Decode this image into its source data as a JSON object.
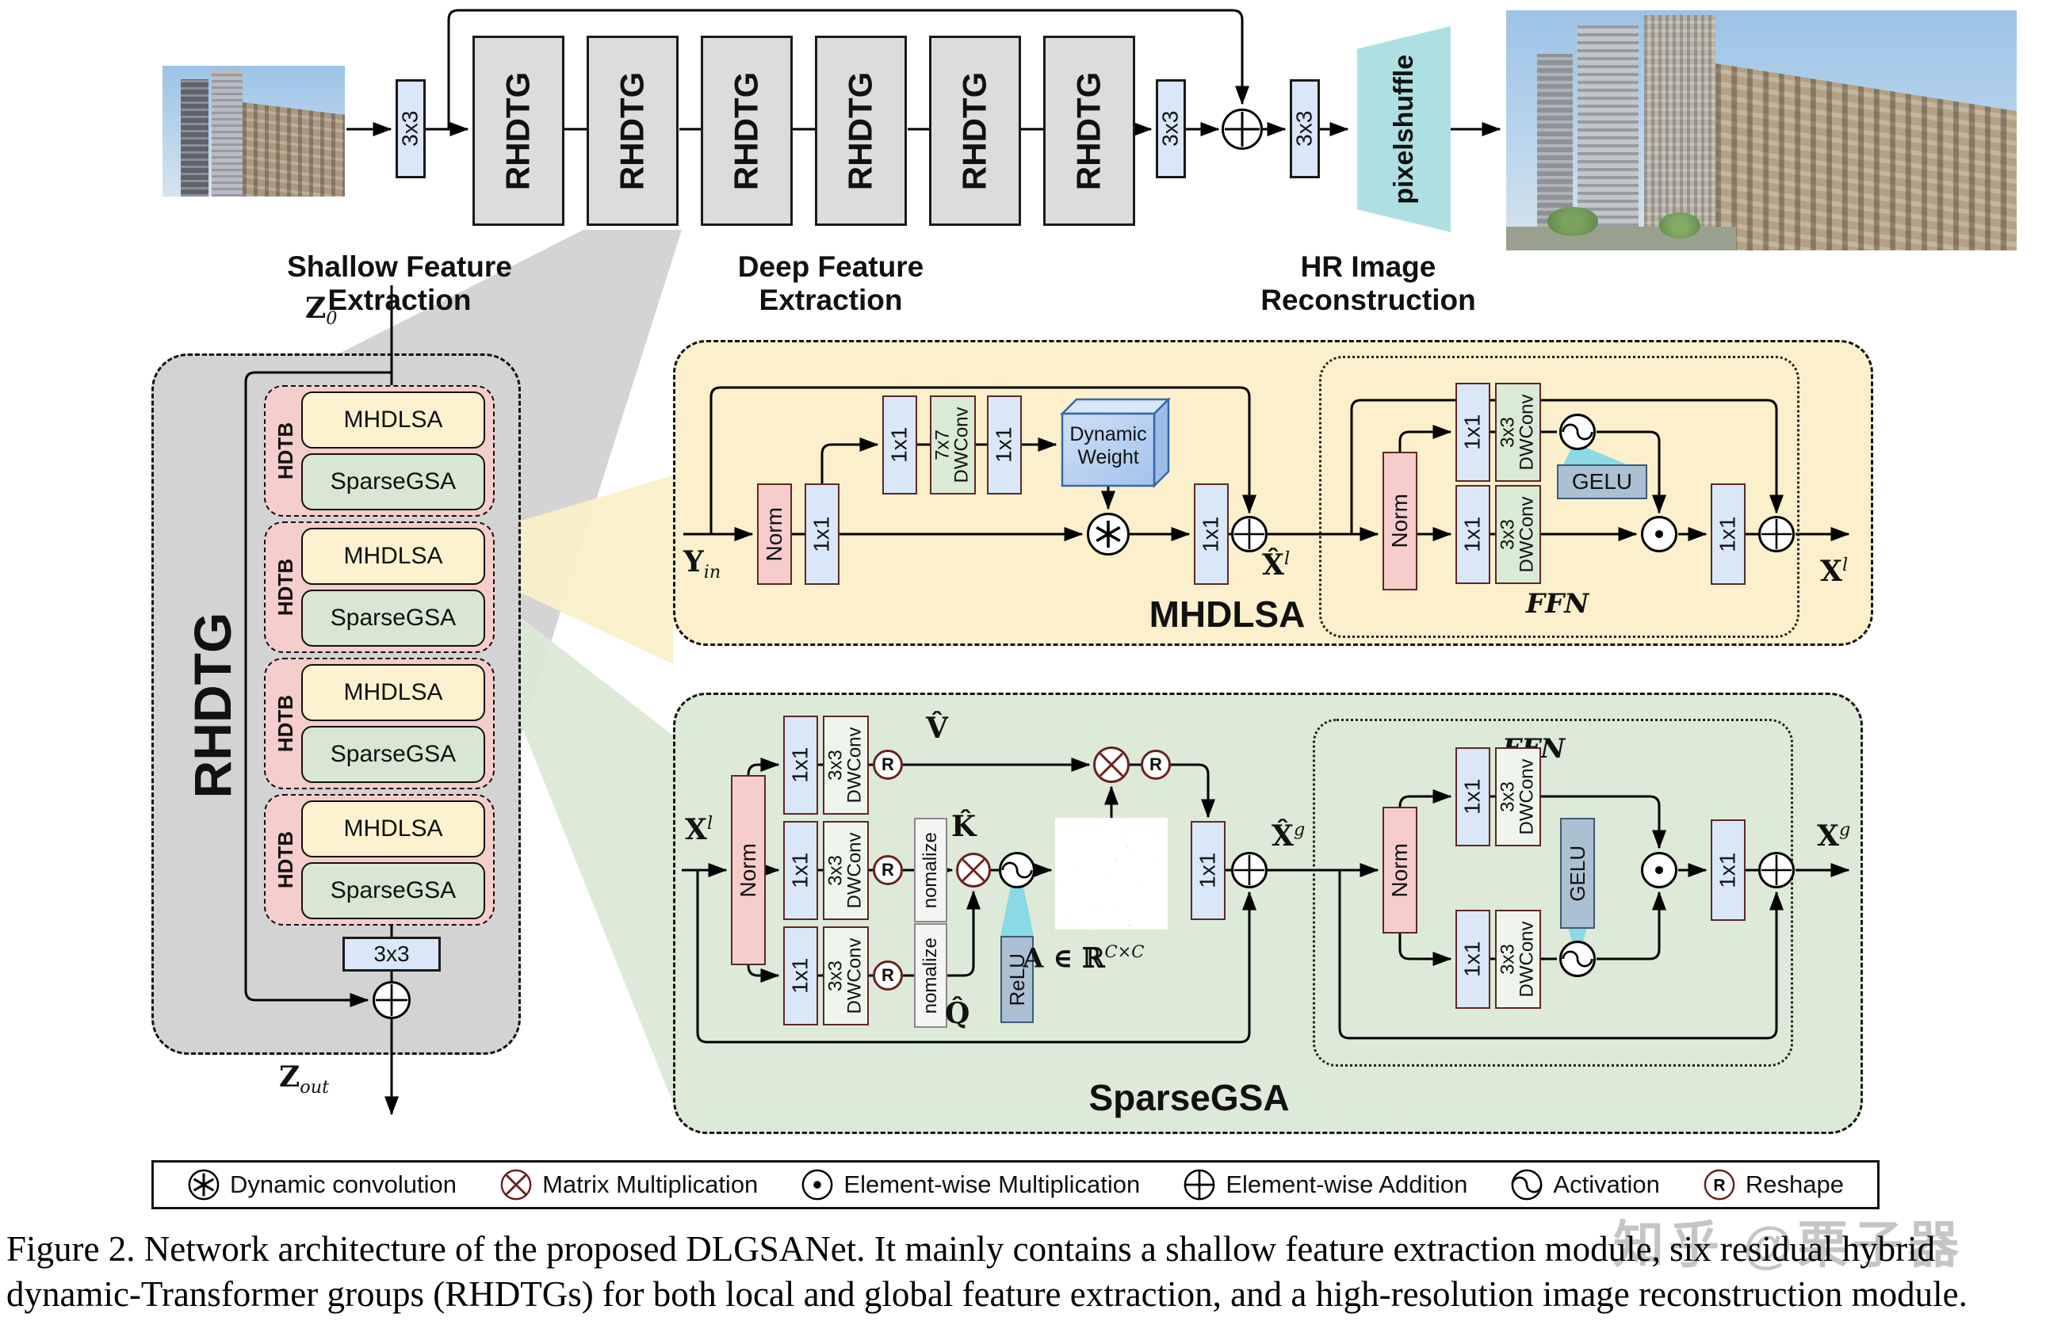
{
  "figure": {
    "section_labels": {
      "shallow": "Shallow Feature Extraction",
      "deep": "Deep Feature Extraction",
      "hr": "HR Image Reconstruction"
    },
    "caption_line1": "Figure 2.  Network architecture of the proposed DLGSANet.  It mainly contains a shallow feature extraction module, six residual hybrid",
    "caption_line2": "dynamic-Transformer groups (RHDTGs) for both local and global feature extraction, and a high-resolution image reconstruction module.",
    "watermark": "知乎 @栗子器"
  },
  "blocks": {
    "rhdtg": "RHDTG",
    "hdtb": "HDTB",
    "mhdlsa": "MHDLSA",
    "sparsegsa": "SparseGSA",
    "conv3": "3x3",
    "conv1": "1x1",
    "norm": "Norm",
    "dw7": "7x7",
    "dw3": "3x3",
    "dwconv": "DWConv",
    "normalize": "nomalize",
    "gelu": "GELU",
    "relu": "ReLU",
    "pixelshuffle": "pixelshuffle",
    "dynamic_weight": "Dynamic Weight",
    "ffn": "FFN"
  },
  "math": {
    "z0_base": "Z",
    "z0_sub": "0",
    "zout_base": "Z",
    "zout_sub": "out",
    "yin_base": "Y",
    "yin_sub": "in",
    "xhat_l_base": "X̂",
    "xhat_l_sup": "l",
    "x_l_base": "X",
    "x_l_sup": "l",
    "xhat_g_base": "X̂",
    "xhat_g_sup": "g",
    "x_g_base": "X",
    "x_g_sup": "g",
    "v_hat": "V̂",
    "k_hat": "K̂",
    "q_hat": "Q̂",
    "attn_base": "A ∈ ℝ",
    "attn_sup": "C×C"
  },
  "symbols": {
    "reshape": "R"
  },
  "legend": {
    "items": [
      {
        "icon": "dynamic-convolution-icon",
        "label": "Dynamic convolution"
      },
      {
        "icon": "matrix-multiplication-icon",
        "label": "Matrix Multiplication"
      },
      {
        "icon": "element-wise-multiplication-icon",
        "label": "Element-wise Multiplication"
      },
      {
        "icon": "element-wise-addition-icon",
        "label": "Element-wise Addition"
      },
      {
        "icon": "activation-icon",
        "label": "Activation"
      },
      {
        "icon": "reshape-icon",
        "label": "Reshape"
      }
    ]
  }
}
